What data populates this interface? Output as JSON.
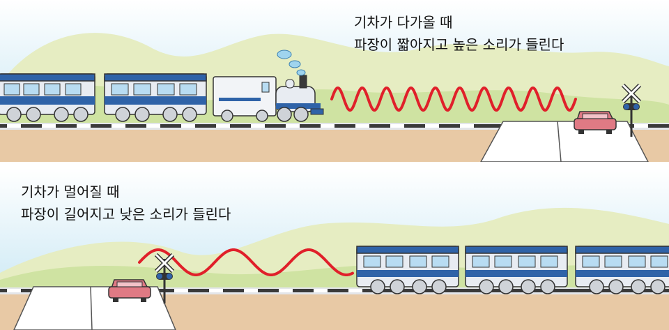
{
  "panels": {
    "approach": {
      "line1": "기차가 다가올 때",
      "line2": "파장이 짧아지고 높은 소리가 들린다"
    },
    "recede": {
      "line1": "기차가 멀어질 때",
      "line2": "파장이 길어지고 낮은 소리가 들린다"
    }
  },
  "colors": {
    "sky": "#bfe3f2",
    "hill": "#dfe8b6",
    "hill_green": "#b9d98f",
    "ground": "#e8c9a5",
    "rail": "#9aa0a8",
    "train_blue": "#2f63a8",
    "train_body": "#e8ecf2",
    "window": "#b8dcf2",
    "wave": "#e0202a",
    "car": "#e07a84"
  }
}
